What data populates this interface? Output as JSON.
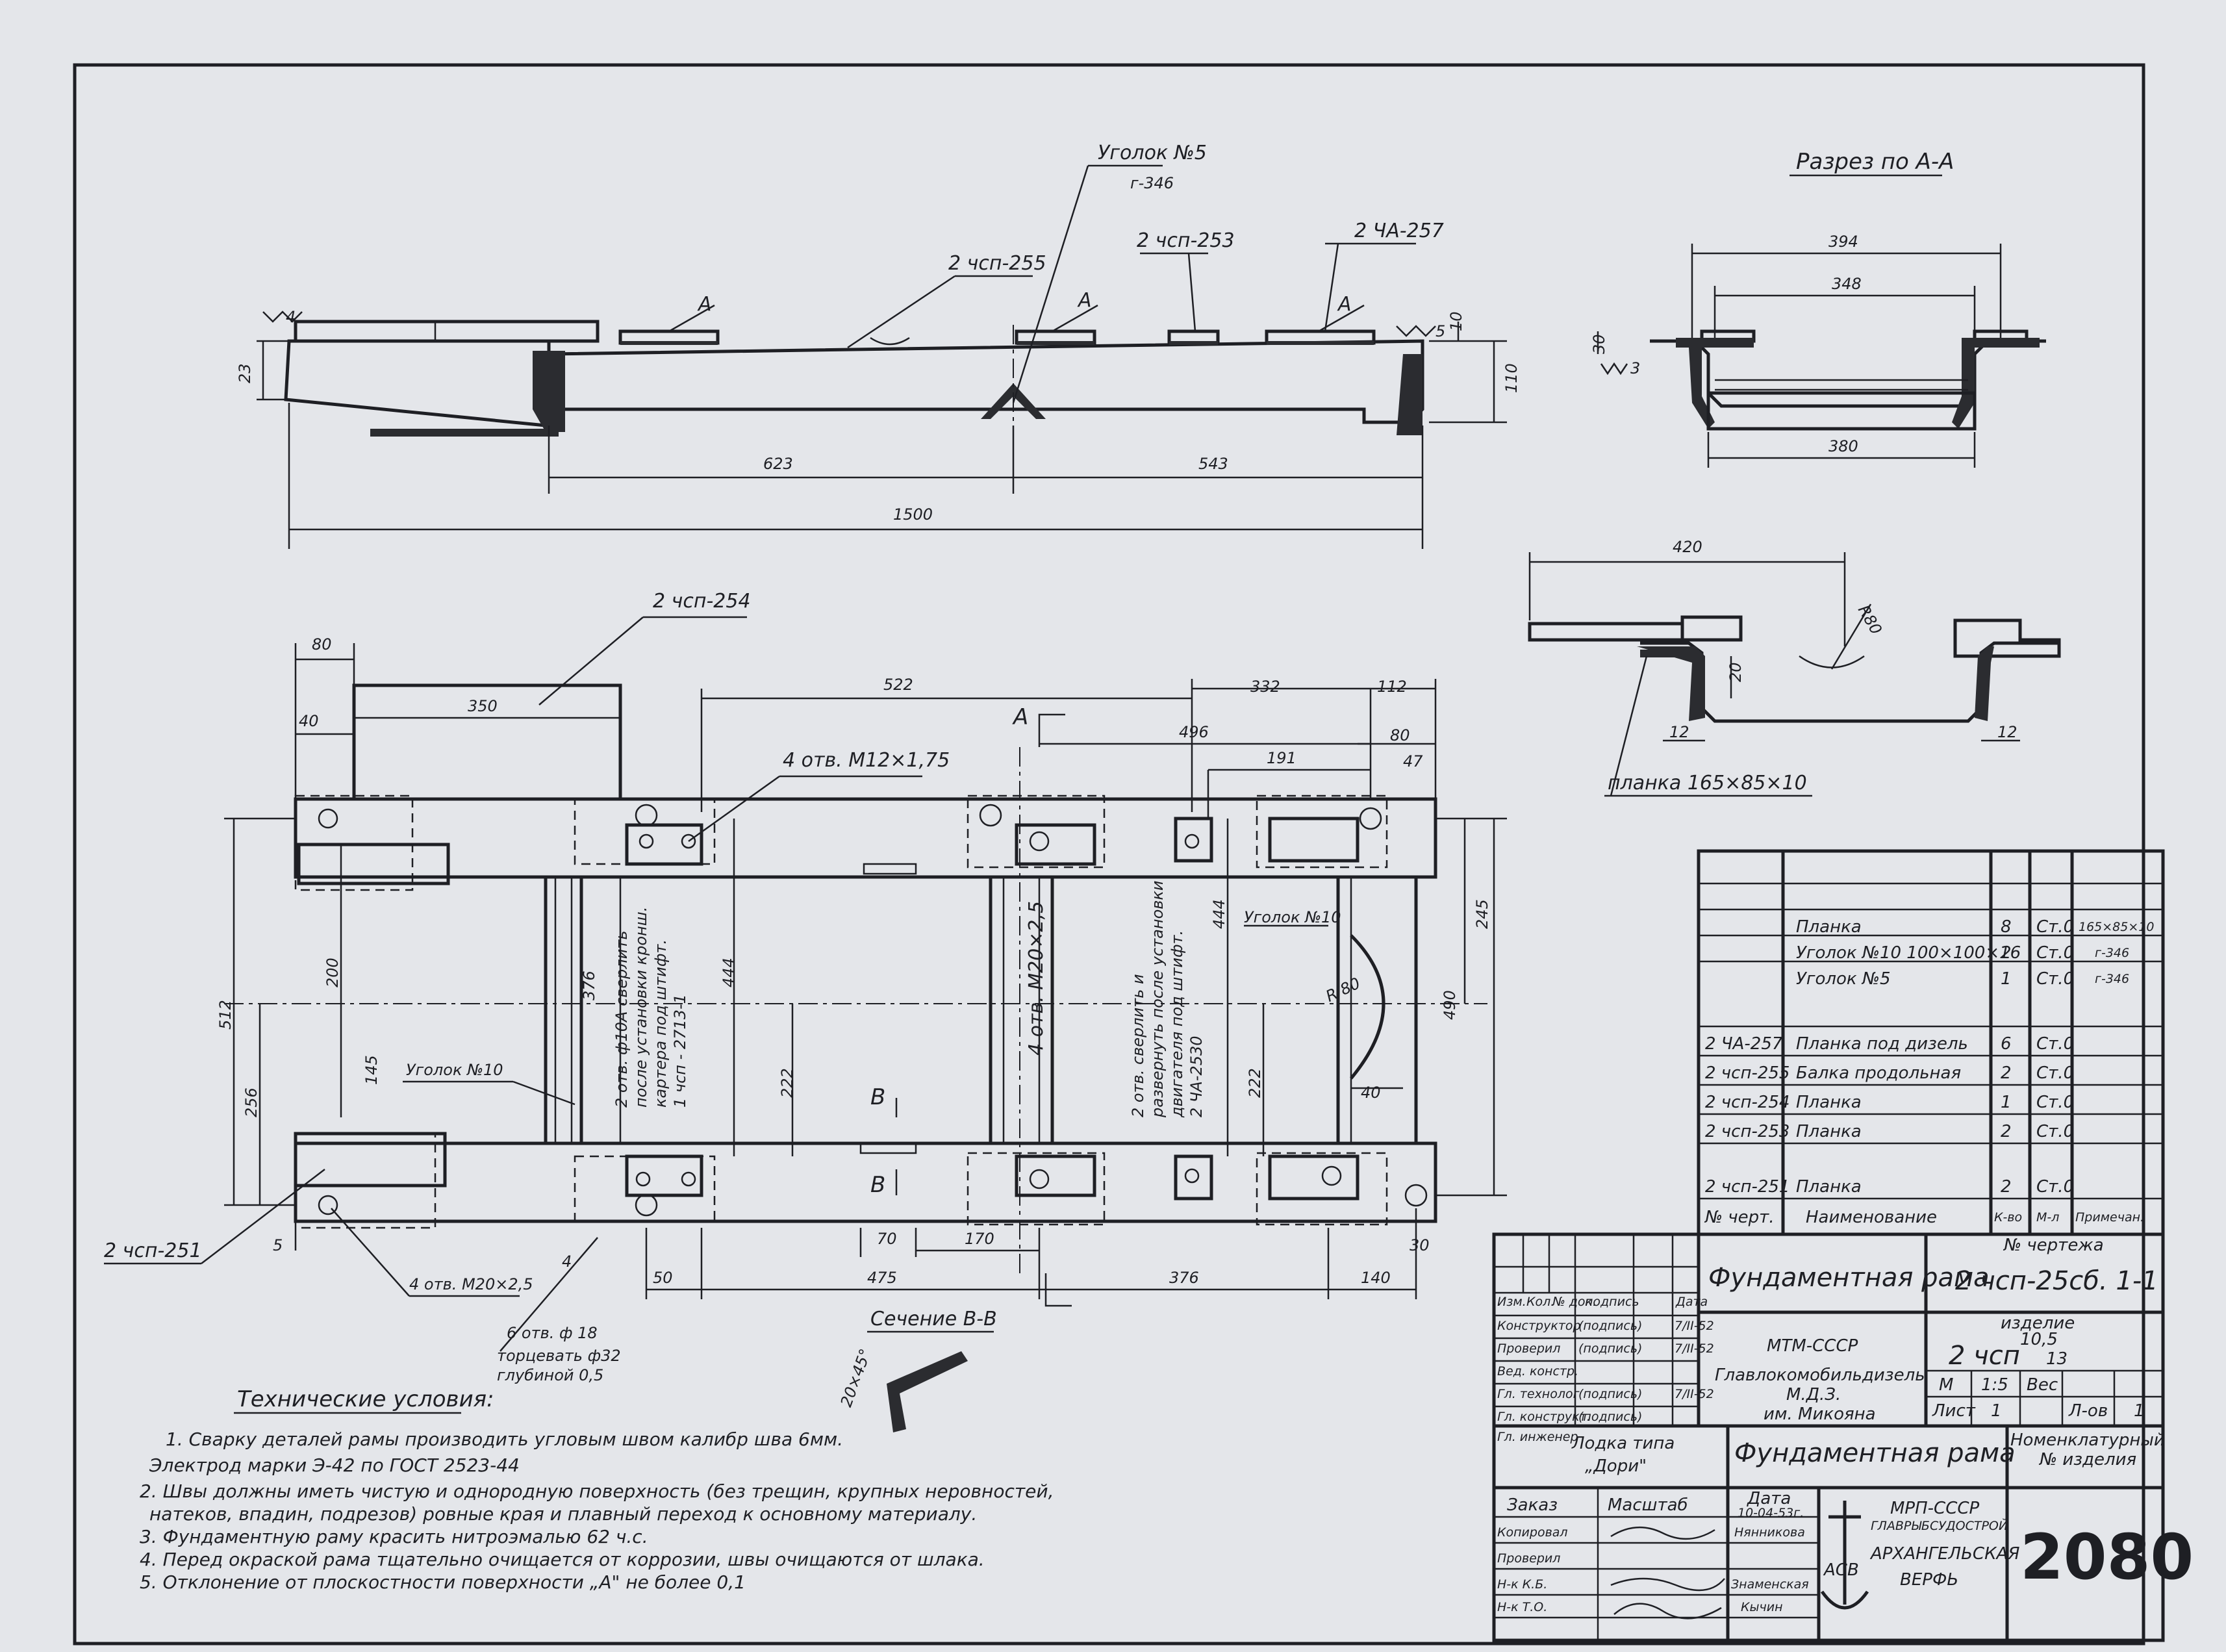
{
  "views": {
    "top": {
      "labels": {
        "ugolok5": "Уголок №5",
        "ugolok5_gost": "г-346",
        "part255": "2 чсп-255",
        "part253": "2 чсп-253",
        "part257": "2 ЧА-257",
        "section_a": "А"
      },
      "dims": {
        "d23": "23",
        "d110": "110",
        "d10": "10",
        "d623": "623",
        "d543": "543",
        "d1500": "1500"
      },
      "surface": {
        "left": "4",
        "right": "5"
      }
    },
    "plan": {
      "labels": {
        "part254": "2 чсп-254",
        "holes_m12": "4 отв. М12×1,75",
        "holes_m20_center": "4 отв. М20×2,5",
        "note_left_1": "2 отв. ф10А сверлить",
        "note_left_2": "после установки кронш.",
        "note_left_3": "картера под штифт.",
        "note_left_4": "1 чсп - 2713-1",
        "note_right_1": "2 отв. сверлить и",
        "note_right_2": "развернуть после установки",
        "note_right_3": "двигателя под штифт.",
        "note_right_4": "2 ЧА-2530",
        "ugolok10_right": "Уголок №10",
        "ugolok10_left": "Уголок №10",
        "part251": "2 чсп-251",
        "holes_m20": "4 отв. М20×2,5",
        "holes_phi18": "6 отв. ф 18",
        "tortsevat": "торцевать ф32",
        "glubinoy": "глубиной 0,5",
        "section_a": "А",
        "section_b": "В",
        "weld": "4",
        "r80": "R 80"
      },
      "dims": {
        "d80": "80",
        "d40": "40",
        "d350": "350",
        "d522": "522",
        "d332": "332",
        "d112": "112",
        "d496": "496",
        "d191": "191",
        "d80b": "80",
        "d47": "47",
        "d512": "512",
        "d200": "200",
        "d145": "145",
        "d256": "256",
        "d376v": "376",
        "d444a": "444",
        "d222a": "222",
        "d444b": "444",
        "d222b": "222",
        "d245": "245",
        "d490": "490",
        "d40b": "40",
        "d5": "5",
        "d70": "70",
        "d170": "170",
        "d50": "50",
        "d475": "475",
        "d376": "376",
        "d140": "140",
        "d30": "30"
      }
    },
    "section_aa": {
      "title": "Разрез по А-А",
      "dims": {
        "d394": "394",
        "d348": "348",
        "d380": "380",
        "d30": "30",
        "d3": "3"
      }
    },
    "section_detail": {
      "label": "планка 165×85×10",
      "dims": {
        "d420": "420",
        "r80": "R80",
        "d20": "20",
        "d12a": "12",
        "d12b": "12"
      }
    },
    "section_bb": {
      "title": "Сечение В-В",
      "chamfer": "20×45°"
    }
  },
  "notes": {
    "title": "Технические условия:",
    "items": [
      "1. Сварку деталей рамы производить угловым швом калибр шва 6мм.",
      "Электрод марки Э-42 по ГОСТ 2523-44",
      "2. Швы должны иметь чистую и однородную поверхность (без трещин, крупных неровностей,",
      "натеков, впадин, подрезов) ровные края и плавный переход к основному материалу.",
      "3. Фундаментную раму красить нитроэмалью 62 ч.с.",
      "4. Перед окраской рама тщательно очищается от коррозии, швы очищаются от шлака.",
      "5. Отклонение от плоскостности поверхности „А\" не более 0,1"
    ]
  },
  "bom": {
    "rows": [
      {
        "drawing": "",
        "name": "Планка",
        "qty": "8",
        "mat": "Ст.0",
        "note": "165×85×10"
      },
      {
        "drawing": "",
        "name": "Уголок №10 100×100×16",
        "qty": "2",
        "mat": "Ст.0",
        "note": "г-346"
      },
      {
        "drawing": "",
        "name": "Уголок №5",
        "qty": "1",
        "mat": "Ст.0",
        "note": "г-346"
      },
      {
        "drawing": "",
        "name": "",
        "qty": "",
        "mat": "",
        "note": ""
      },
      {
        "drawing": "2 ЧА-257",
        "name": "Планка под дизель",
        "qty": "6",
        "mat": "Ст.0",
        "note": ""
      },
      {
        "drawing": "2 чсп-255",
        "name": "Балка продольная",
        "qty": "2",
        "mat": "Ст.0",
        "note": ""
      },
      {
        "drawing": "2 чсп-254",
        "name": "Планка",
        "qty": "1",
        "mat": "Ст.0",
        "note": ""
      },
      {
        "drawing": "2 чсп-253",
        "name": "Планка",
        "qty": "2",
        "mat": "Ст.0",
        "note": ""
      },
      {
        "drawing": "",
        "name": "",
        "qty": "",
        "mat": "",
        "note": ""
      },
      {
        "drawing": "2 чсп-251",
        "name": "Планка",
        "qty": "2",
        "mat": "Ст.0",
        "note": ""
      }
    ],
    "header": {
      "drawing": "№ черт.",
      "name": "Наименование",
      "qty": "К-во",
      "mat": "М-л",
      "note": "Примечан."
    }
  },
  "titleblock": {
    "cols": {
      "k1": "Изм.",
      "k2": "Кол.",
      "k3": "№ док.",
      "k4": "подпись",
      "k5": "Дата"
    },
    "roles": [
      {
        "role": "Конструктор",
        "sign": "(подпись)",
        "date": "7/II-52"
      },
      {
        "role": "Проверил",
        "sign": "(подпись)",
        "date": "7/II-52"
      },
      {
        "role": "Вед. констр.",
        "sign": "",
        "date": ""
      },
      {
        "role": "Гл. технолог",
        "sign": "(подпись)",
        "date": "7/II-52"
      },
      {
        "role": "Гл. конструкт.",
        "sign": "(подпись)",
        "date": ""
      },
      {
        "role": "Гл. инженер",
        "sign": "",
        "date": ""
      }
    ],
    "name": "Фундаментная рама",
    "drawing_no_label": "№ чертежа",
    "drawing_no": "2 чсп-25сб. 1-1",
    "product_label": "изделие",
    "product_no": "2 чсп",
    "product_sup": "10,5",
    "product_sub": "13",
    "org1": "МТМ-СССР",
    "org2": "Главлокомобильдизель",
    "org3": "М.Д.З.",
    "org4": "им. Микояна",
    "cells": {
      "m": "М",
      "scale": "1:5",
      "weight": "Вес",
      "sheet": "Лист",
      "sheet_no": "1",
      "sheets": "Л-ов",
      "sheets_no": "1"
    },
    "boat_type": "Лодка типа",
    "boat_name": "„Дори\"",
    "name2": "Фундаментная рама",
    "nomenclature": "Номенклатурный",
    "nomenclature2": "№ изделия",
    "order": "Заказ",
    "scale_label": "Масштаб",
    "date_label": "Дата",
    "date": "10-04-53г.",
    "copied": "Копировал",
    "copied_sign": "Нянникова",
    "checked": "Проверил",
    "nk_kb": "Н-к К.Б.",
    "nk_kb_name": "Знаменская",
    "nk_to": "Н-к Т.О.",
    "nk_to_name": "Кычин",
    "min": "МРП-СССР",
    "glav": "ГЛАВРЫБСУДОСТРОЙ",
    "yard1": "АРХАНГЕЛЬСКАЯ",
    "yard2": "ВЕРФЬ",
    "logo": "АСВ",
    "archive_no": "2080"
  }
}
